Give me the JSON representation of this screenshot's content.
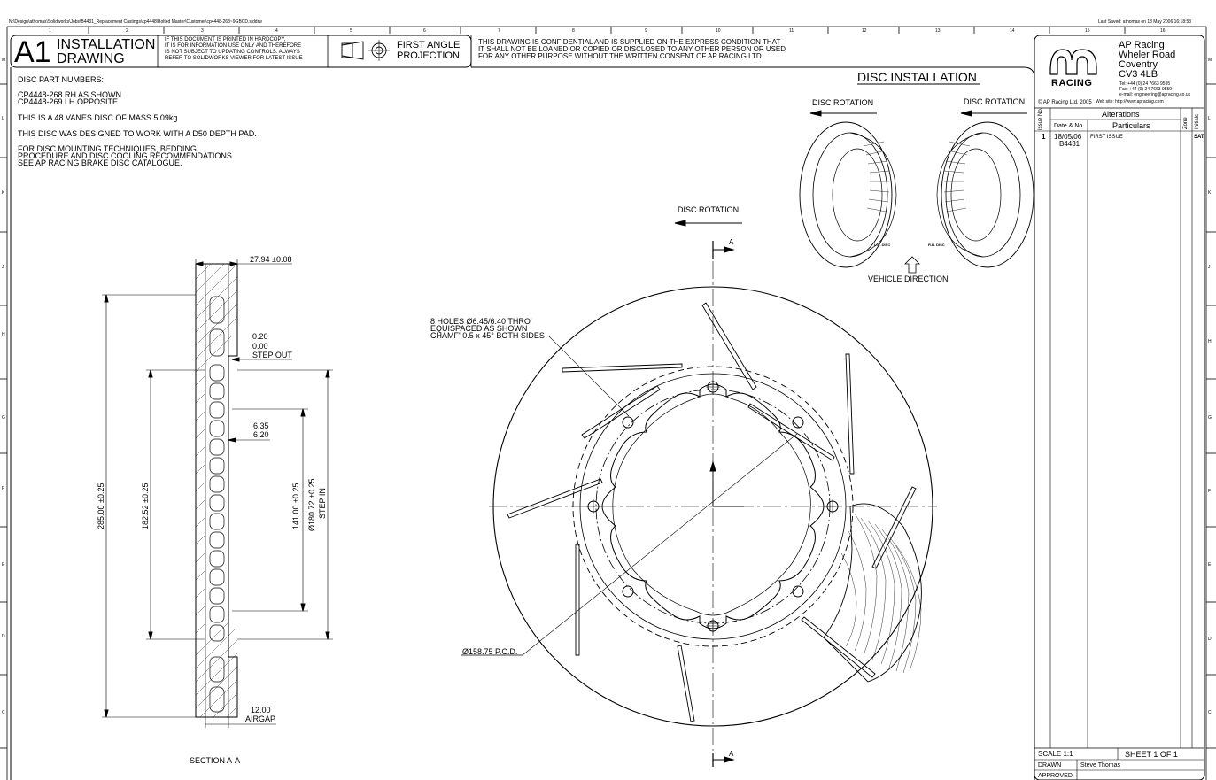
{
  "path_text": "N:\\Design\\athomas\\Solidworks\\Jobs\\B4431_Replacement Castings\\cp4448\\Bolted Master\\Customer\\cp4448-268~9GBCD.slddrw",
  "last_saved": "Last Saved: athomas on 18 May 2006 16:18:53",
  "zone_numbers": [
    "1",
    "2",
    "3",
    "4",
    "5",
    "6",
    "7",
    "8",
    "9",
    "10",
    "11",
    "12",
    "13",
    "14",
    "15",
    "16"
  ],
  "zone_letters": [
    "M",
    "L",
    "K",
    "J",
    "H",
    "G",
    "F",
    "E",
    "D",
    "C"
  ],
  "title_block": {
    "size": "A1",
    "title_line1": "INSTALLATION",
    "title_line2": "DRAWING",
    "hardcopy_note": [
      "IF THIS DOCUMENT IS PRINTED IN HARDCOPY,",
      "IT IS FOR INFORMATION USE ONLY AND THEREFORE",
      "IS NOT SUBJECT TO UPDATING CONTROLS. ALWAYS",
      "REFER TO SOLIDWORKS VIEWER FOR LATEST ISSUE"
    ],
    "projection_line1": "FIRST ANGLE",
    "projection_line2": "PROJECTION",
    "confidential": [
      "THIS DRAWING IS CONFIDENTIAL AND IS SUPPLIED ON THE EXPRESS CONDITION THAT",
      "IT SHALL NOT BE LOANED OR COPIED OR DISCLOSED TO ANY OTHER PERSON OR USED",
      "FOR ANY OTHER PURPOSE WITHOUT THE WRITTEN CONSENT OF AP RACING LTD."
    ]
  },
  "company": {
    "logo_text": "RACING",
    "name": "AP Racing",
    "address": [
      "Wheler Road",
      "Coventry",
      "CV3 4LB"
    ],
    "contact": [
      "Tel:  +44 (0) 24 7663 9595",
      "Fax:  +44 (0) 24 7663 9559",
      "e-mail: engineering@apracing.co.uk",
      "Web site: http://www.apracing.com"
    ],
    "copyright": "© AP Racing Ltd. 2005"
  },
  "alterations": {
    "heading": "Alterations",
    "col_issue": "Issue No.",
    "col_date": "Date & No.",
    "col_particulars": "Particulars",
    "col_zone": "Zone",
    "col_initials": "Initials",
    "rows": [
      {
        "issue": "1",
        "date": "18/05/06",
        "number": "B4431",
        "particulars": "FIRST ISSUE",
        "initials": "SAT"
      }
    ]
  },
  "footer": {
    "scale": "SCALE  1:1",
    "sheet": "SHEET  1  OF  1",
    "drawn_label": "DRAWN",
    "drawn_by": "Steve Thomas",
    "approved_label": "APPROVED"
  },
  "notes": {
    "heading": "DISC PART NUMBERS:",
    "parts": [
      "CP4448-268   RH AS SHOWN",
      "CP4448-269   LH OPPOSITE"
    ],
    "mass_note": "THIS IS A 48 VANES DISC OF MASS 5.09kg",
    "pad_note": "THIS DISC WAS DESIGNED TO WORK WITH A D50 DEPTH PAD.",
    "catalogue_note": [
      "FOR DISC MOUNTING TECHNIQUES, BEDDING",
      "PROCEDURE AND DISC COOLING RECOMMENDATIONS",
      "SEE AP RACING BRAKE DISC CATALOGUE."
    ]
  },
  "installation": {
    "title": "DISC INSTALLATION",
    "rotation_left": "DISC ROTATION",
    "rotation_right": "DISC ROTATION",
    "lh_label": "L.H. DISC",
    "rh_label": "R.H. DISC",
    "vehicle_direction": "VEHICLE DIRECTION"
  },
  "front_view": {
    "rotation_label": "DISC ROTATION",
    "section_marker": "A",
    "holes_note": [
      "8 HOLES Ø6.45/6.40 THRO'",
      "EQUISPACED AS SHOWN",
      "CHAMF' 0.5 x 45° BOTH SIDES"
    ],
    "pcd_label": "Ø158.75 P.C.D."
  },
  "section_view": {
    "title": "SECTION A-A",
    "thickness": "27.94 ±0.08",
    "step_out": [
      "0.20",
      "0.00",
      "STEP OUT"
    ],
    "step_dims": [
      "6.35",
      "6.20"
    ],
    "airgap": [
      "12.00",
      "AIRGAP"
    ],
    "dia_outer": "285.00 ±0.25",
    "dia_inner": "182.52 ±0.25",
    "dia_bore": "141.00 ±0.25",
    "dia_step": [
      "Ø180.72 ±0.25",
      "STEP IN"
    ]
  }
}
